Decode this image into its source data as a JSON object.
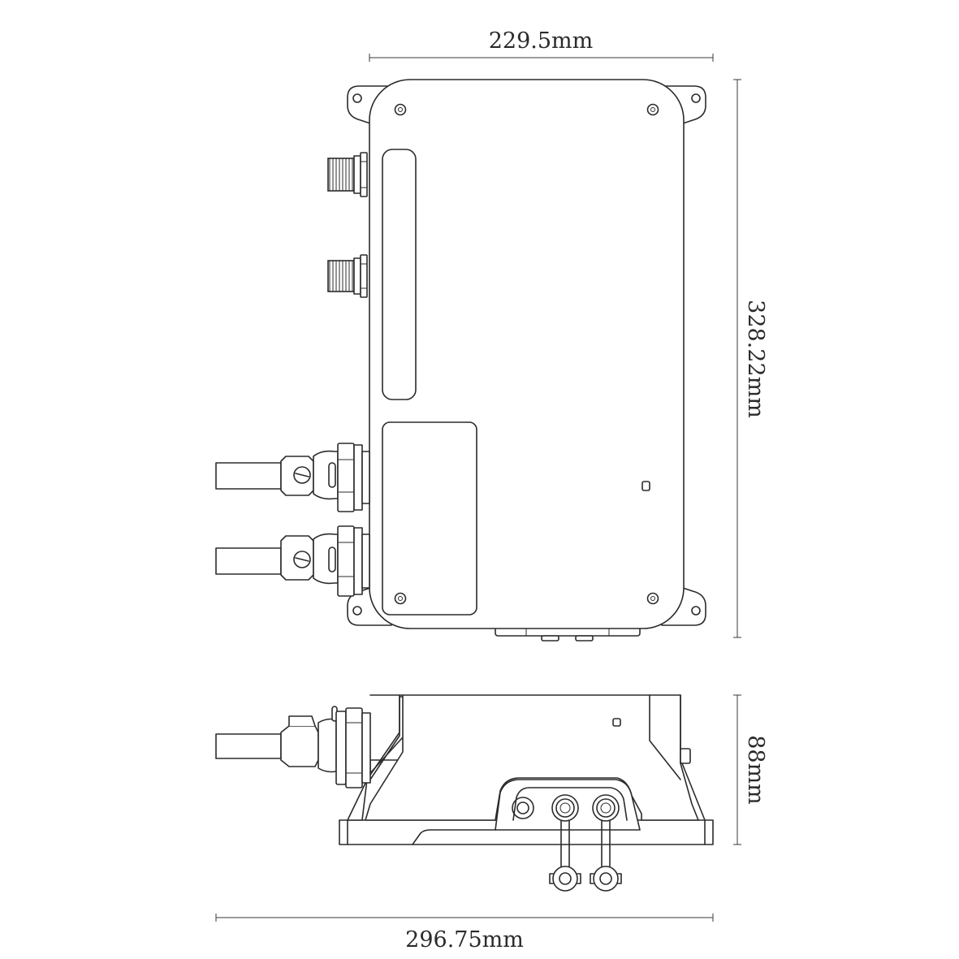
{
  "dimensions": {
    "top_width": "229.5mm",
    "height": "328.22mm",
    "depth": "88mm",
    "overall_width": "296.75mm"
  },
  "colors": {
    "line": "#2b2b2b",
    "background": "#ffffff"
  }
}
